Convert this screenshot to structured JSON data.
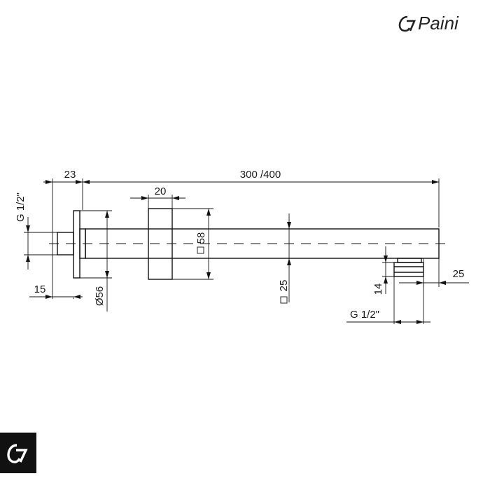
{
  "brand": {
    "name": "Paini",
    "badge_bg": "#111111",
    "badge_fg": "#ffffff"
  },
  "dimensions": {
    "overall_length": "300 /400",
    "wall_offset": "23",
    "block_width": "20",
    "inlet_thread": "G 1/2\"",
    "outlet_thread": "G 1/2\"",
    "inlet_depth": "15",
    "flange_diameter": "Ø56",
    "block_square": "58",
    "arm_square": "25",
    "outlet_height": "14",
    "outlet_offset": "25"
  }
}
